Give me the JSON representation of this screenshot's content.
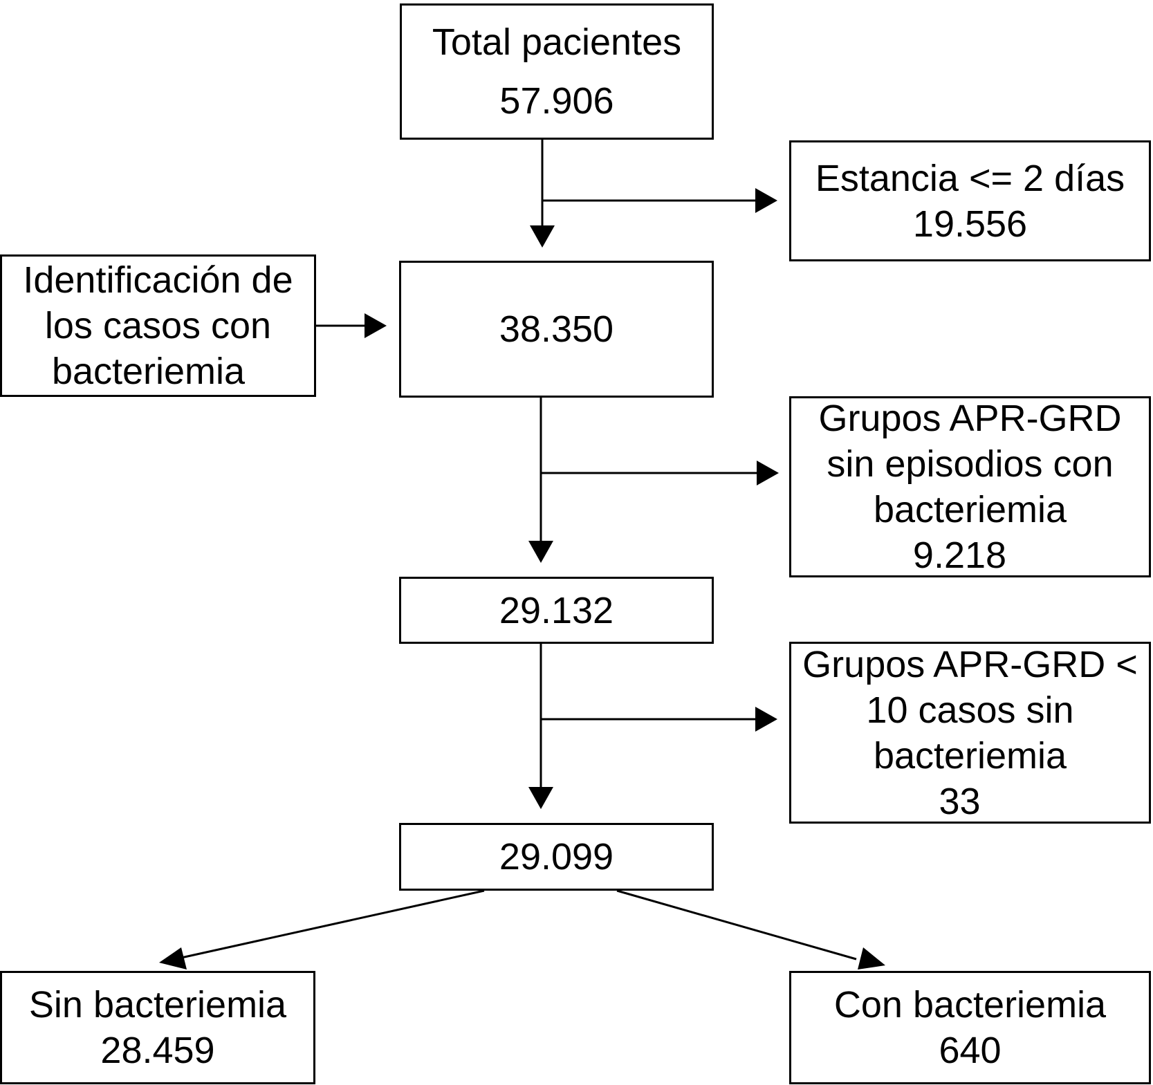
{
  "total": {
    "label": "Total pacientes",
    "value": "57.906"
  },
  "estancia": {
    "label": "Estancia <= 2 días",
    "value": "19.556"
  },
  "identificacion": {
    "line1": "Identificación de",
    "line2": "los casos con",
    "line3": "bacteriemia"
  },
  "step2": {
    "value": "38.350"
  },
  "grupos_sin_episodios": {
    "line1": "Grupos APR-GRD",
    "line2": "sin episodios con",
    "line3": "bacteriemia",
    "value": "9.218"
  },
  "step3": {
    "value": "29.132"
  },
  "grupos_menos_10": {
    "line1": "Grupos APR-GRD <",
    "line2": "10 casos sin",
    "line3": "bacteriemia",
    "value": "33"
  },
  "step4": {
    "value": "29.099"
  },
  "sin_bacteriemia": {
    "label": "Sin bacteriemia",
    "value": "28.459"
  },
  "con_bacteriemia": {
    "label": "Con bacteriemia",
    "value": "640"
  }
}
